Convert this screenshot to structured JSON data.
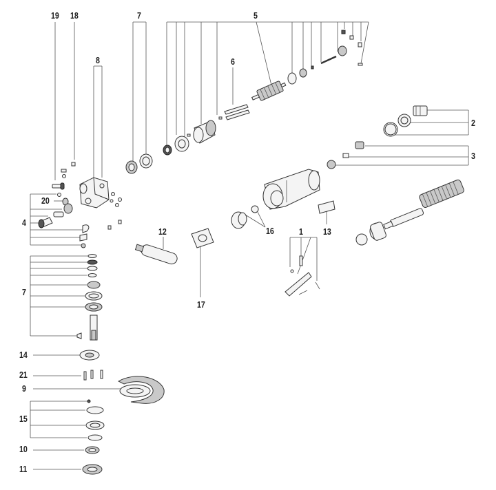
{
  "callouts": [
    {
      "id": "c19",
      "text": "19"
    },
    {
      "id": "c18",
      "text": "18"
    },
    {
      "id": "c8",
      "text": "8"
    },
    {
      "id": "c7a",
      "text": "7"
    },
    {
      "id": "c5",
      "text": "5"
    },
    {
      "id": "c6",
      "text": "6"
    },
    {
      "id": "c2",
      "text": "2"
    },
    {
      "id": "c3",
      "text": "3"
    },
    {
      "id": "c20",
      "text": "20"
    },
    {
      "id": "c4",
      "text": "4"
    },
    {
      "id": "c12",
      "text": "12"
    },
    {
      "id": "c16",
      "text": "16"
    },
    {
      "id": "c1",
      "text": "1"
    },
    {
      "id": "c13",
      "text": "13"
    },
    {
      "id": "c7b",
      "text": "7"
    },
    {
      "id": "c17",
      "text": "17"
    },
    {
      "id": "c14",
      "text": "14"
    },
    {
      "id": "c21",
      "text": "21"
    },
    {
      "id": "c9",
      "text": "9"
    },
    {
      "id": "c15",
      "text": "15"
    },
    {
      "id": "c10",
      "text": "10"
    },
    {
      "id": "c11",
      "text": "11"
    }
  ]
}
